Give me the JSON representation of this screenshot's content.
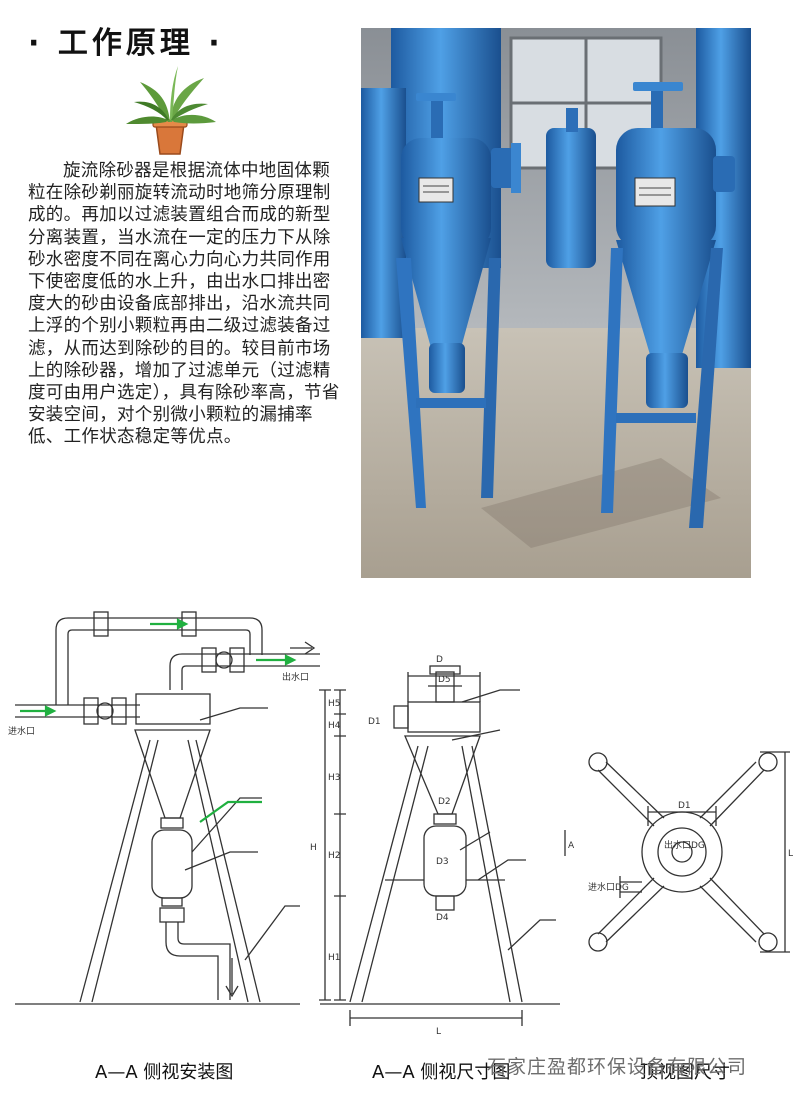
{
  "header": {
    "title": "· 工作原理 ·"
  },
  "intro": {
    "text": "旋流除砂器是根据流体中地固体颗粒在除砂剃丽旋转流动时地筛分原理制成的。再加以过滤装置组合而成的新型分离装置，当水流在一定的压力下从除砂水密度不同在离心力向心力共同作用下使密度低的水上升，由出水口排出密度大的砂由设备底部排出，沿水流共同上浮的个别小颗粒再由二级过滤装备过滤，从而达到除砂的目的。较目前市场上的除砂器，增加了过滤单元（过滤精度可由用户选定），具有除砂率高，节省安装空间，对个别微小颗粒的漏捕率低、工作状态稳定等优点。"
  },
  "captions": {
    "install": "A—A 侧视安装图",
    "side": "A—A 侧视尺寸图",
    "top": "顶视图尺寸"
  },
  "diagram_labels": {
    "inlet": "进水口",
    "outlet": "出水口",
    "top_outlet": "出水口DG",
    "top_inlet": "进水口DG",
    "d": "D",
    "d1": "D1",
    "d2": "D2",
    "d3": "D3",
    "d4": "D4",
    "d5": "D5",
    "h": "H",
    "h1": "H1",
    "h2": "H2",
    "h3": "H3",
    "h4": "H4",
    "h5": "H5",
    "l": "L",
    "a": "A"
  },
  "footer": {
    "company": "石家庄盈都环保设备有限公司"
  },
  "colors": {
    "tank_blue": "#3b86d0",
    "tank_dark": "#1f5fa8",
    "pipe_gray": "#777777",
    "arrow_green": "#20b040",
    "line": "#333333"
  }
}
